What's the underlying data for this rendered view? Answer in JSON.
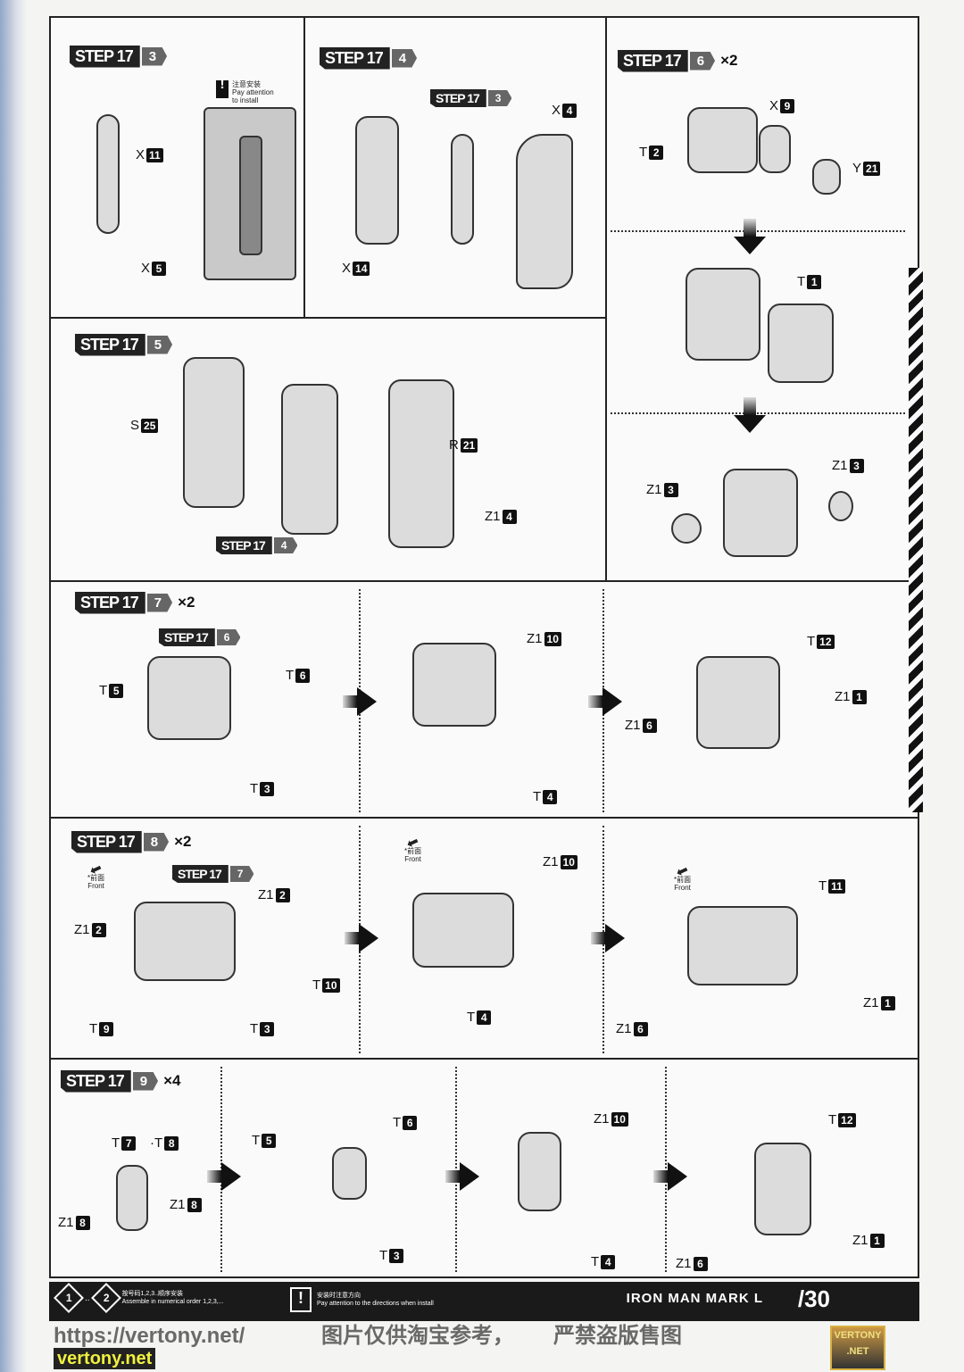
{
  "steps": {
    "s3": {
      "step": "STEP 17",
      "num": "3"
    },
    "s4": {
      "step": "STEP 17",
      "num": "4",
      "ref_step": "STEP 17",
      "ref_num": "3"
    },
    "s6": {
      "step": "STEP 17",
      "num": "6",
      "mult": "×2"
    },
    "s5": {
      "step": "STEP 17",
      "num": "5",
      "ref_step": "STEP 17",
      "ref_num": "4"
    },
    "s7": {
      "step": "STEP 17",
      "num": "7",
      "mult": "×2",
      "ref_step": "STEP 17",
      "ref_num": "6"
    },
    "s8": {
      "step": "STEP 17",
      "num": "8",
      "mult": "×2",
      "ref_step": "STEP 17",
      "ref_num": "7"
    },
    "s9": {
      "step": "STEP 17",
      "num": "9",
      "mult": "×4"
    }
  },
  "attention": {
    "zh": "注意安装",
    "en1": "Pay attention",
    "en2": "to install",
    "icon": "exclamation-icon"
  },
  "front": {
    "zh": "*前面",
    "en": "Front"
  },
  "labels": {
    "s3": [
      {
        "l": "X",
        "n": "11"
      },
      {
        "l": "X",
        "n": "5"
      }
    ],
    "s4": [
      {
        "l": "X",
        "n": "4"
      },
      {
        "l": "X",
        "n": "14"
      }
    ],
    "s6": [
      {
        "l": "X",
        "n": "9"
      },
      {
        "l": "T",
        "n": "2"
      },
      {
        "l": "Y",
        "n": "21"
      },
      {
        "l": "T",
        "n": "1"
      },
      {
        "l": "Z1",
        "n": "3"
      },
      {
        "l": "Z1",
        "n": "3"
      }
    ],
    "s5": [
      {
        "l": "S",
        "n": "25"
      },
      {
        "l": "R",
        "n": "21"
      },
      {
        "l": "Z1",
        "n": "4"
      }
    ],
    "s7": [
      {
        "l": "T",
        "n": "5"
      },
      {
        "l": "T",
        "n": "6"
      },
      {
        "l": "T",
        "n": "3"
      },
      {
        "l": "Z1",
        "n": "10"
      },
      {
        "l": "T",
        "n": "4"
      },
      {
        "l": "T",
        "n": "12"
      },
      {
        "l": "Z1",
        "n": "1"
      },
      {
        "l": "Z1",
        "n": "6"
      }
    ],
    "s8": [
      {
        "l": "Z1",
        "n": "2"
      },
      {
        "l": "Z1",
        "n": "2"
      },
      {
        "l": "T",
        "n": "10"
      },
      {
        "l": "T",
        "n": "9"
      },
      {
        "l": "T",
        "n": "3"
      },
      {
        "l": "Z1",
        "n": "10"
      },
      {
        "l": "T",
        "n": "4"
      },
      {
        "l": "T",
        "n": "11"
      },
      {
        "l": "Z1",
        "n": "1"
      },
      {
        "l": "Z1",
        "n": "6"
      }
    ],
    "s9": [
      {
        "l": "T",
        "n": "7"
      },
      {
        "l": "·T",
        "n": "8"
      },
      {
        "l": "T",
        "n": "5"
      },
      {
        "l": "T",
        "n": "6"
      },
      {
        "l": "Z1",
        "n": "8"
      },
      {
        "l": "Z1",
        "n": "8"
      },
      {
        "l": "T",
        "n": "3"
      },
      {
        "l": "Z1",
        "n": "10"
      },
      {
        "l": "T",
        "n": "4"
      },
      {
        "l": "T",
        "n": "12"
      },
      {
        "l": "Z1",
        "n": "1"
      },
      {
        "l": "Z1",
        "n": "6"
      }
    ]
  },
  "footer": {
    "order_from": "1",
    "order_to": "2",
    "order_zh": "按号码1,2,3..顺序安装",
    "order_en": "Assemble in numerical order 1,2,3,...",
    "dir_zh": "安装时注意方向",
    "dir_en": "Pay attention to the directions when install",
    "title": "IRON MAN MARK L",
    "page": "/30"
  },
  "watermark": {
    "url": "https://vertony.net/",
    "line1": "图片仅供淘宝参考，",
    "line2": "严禁盗版售图",
    "logo1": "VERTONY",
    ".logo2": ".NET",
    "site": "vertony.net"
  }
}
